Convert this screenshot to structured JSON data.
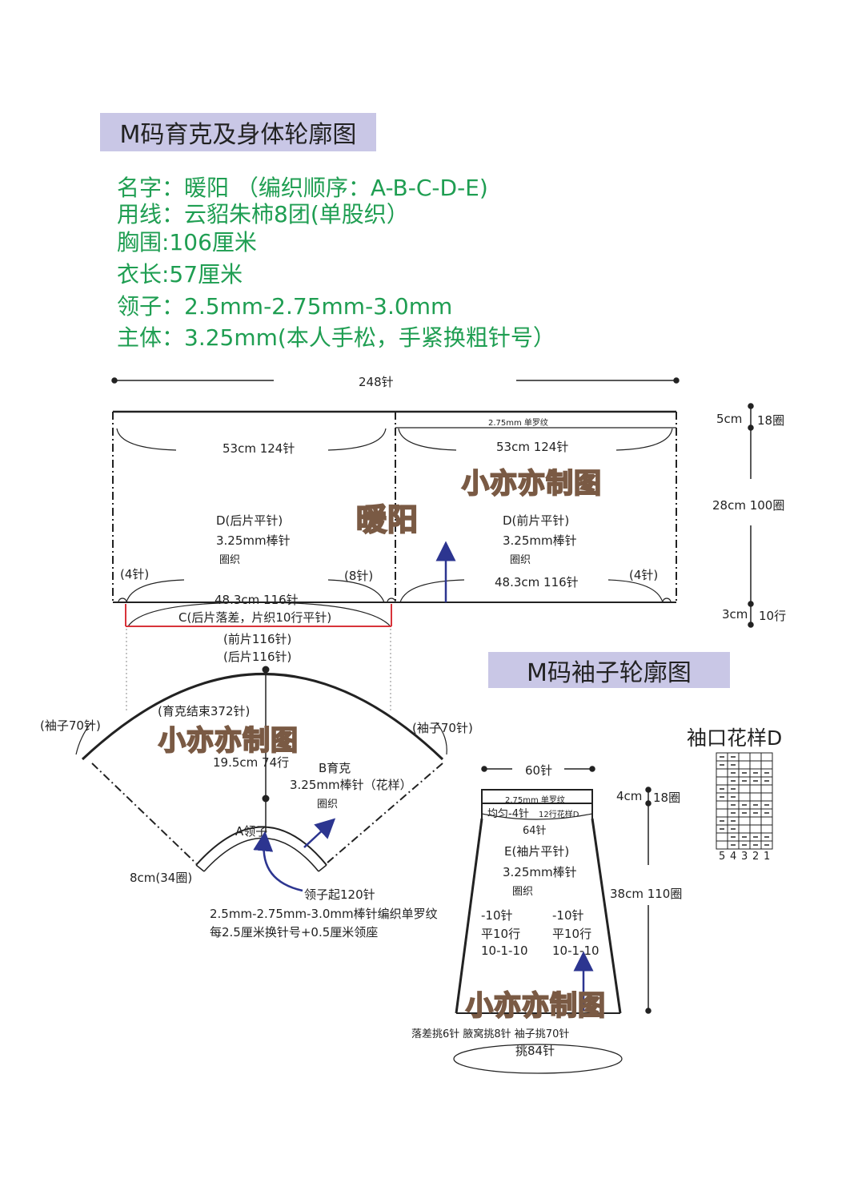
{
  "yoke_section": {
    "title": "M码育克及身体轮廓图",
    "info": {
      "name": "名字：暖阳 （编织顺序：A-B-C-D-E)",
      "yarn": "用线：云貂朱柿8团(单股织）",
      "chest": "胸围:106厘米",
      "length": "衣长:57厘米",
      "collar_needles": "领子：2.5mm-2.75mm-3.0mm",
      "body_needles": "主体：3.25mm(本人手松，手紧换粗针号）"
    },
    "total_stitches": "248针",
    "rib_label": "2.75mm  单罗纹",
    "back_top": "53cm  124针",
    "front_top": "53cm  124针",
    "back_piece": {
      "title": "D(后片平针)",
      "needle": "3.25mm棒针",
      "method": "圈织"
    },
    "front_piece": {
      "title": "D(前片平针)",
      "needle": "3.25mm棒针",
      "method": "圈织"
    },
    "back_bottom": "48.3cm  116针",
    "front_bottom": "48.3cm  116针",
    "underarm_left": "(4针)",
    "underarm_mid": "(8针)",
    "underarm_right": "(4针)",
    "short_rows": "C(后片落差，片织10行平针)",
    "right_dim_1": "5cm",
    "right_dim_1b": "18圈",
    "right_dim_2": "28cm  100圈",
    "right_dim_3": "3cm",
    "right_dim_3b": "10行",
    "front_116": "(前片116针)",
    "back_116": "(后片116针)",
    "sleeve_left": "(袖子70针)",
    "sleeve_right": "(袖子70针)",
    "yoke_end": "(育克结束372针)",
    "yoke_depth": "19.5cm   74行",
    "yoke_piece": {
      "title": "B育克",
      "needle": "3.25mm棒针（花样）",
      "method": "圈织"
    },
    "collar_label": "A领子",
    "collar_depth": "8cm(34圈)",
    "collar_notes": [
      "领子起120针",
      "2.5mm-2.75mm-3.0mm棒针编织单罗纹",
      "每2.5厘米换针号+0.5厘米领座"
    ]
  },
  "sleeve_section": {
    "title": "M码袖子轮廓图",
    "top_stitches": "60针",
    "rib_label": "2.75mm  单罗纹",
    "even_dec": "均匀-4针",
    "pattern_rows": "12行花样D",
    "cuff_stitches": "64针",
    "piece": {
      "title": "E(袖片平针)",
      "needle": "3.25mm棒针",
      "method": "圈织"
    },
    "dim_top": "4cm",
    "dim_top_b": "18圈",
    "dim_main": "38cm  110圈",
    "dec_left": [
      "-10针",
      "平10行",
      "10-1-10"
    ],
    "dec_right": [
      "-10针",
      "平10行",
      "10-1-10"
    ],
    "pickup_notes": "落差挑6针 腋窝挑8针   袖子挑70针",
    "pickup_total": "挑84针"
  },
  "chart_section": {
    "title": "袖口花样D",
    "column_numbers": [
      "5",
      "4",
      "3",
      "2",
      "1"
    ]
  },
  "watermarks": {
    "main": "小亦亦制图",
    "name": "暖阳"
  },
  "colors": {
    "header_bg": "#c9c7e6",
    "green": "#1f9e52",
    "red": "#d8333a",
    "arrow": "#2c3590"
  }
}
